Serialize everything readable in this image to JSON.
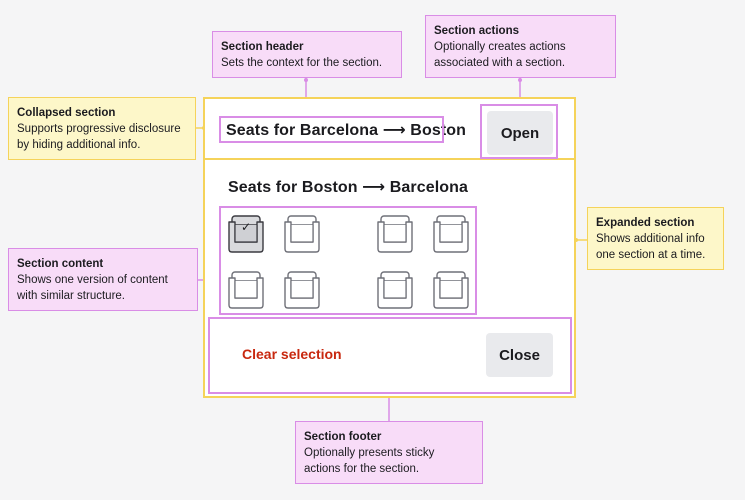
{
  "component": {
    "collapsed_title": "Seats for Barcelona ⟶ Boston",
    "open_label": "Open",
    "expanded_title": "Seats for Boston ⟶ Barcelona",
    "clear_label": "Clear selection",
    "close_label": "Close",
    "seats": [
      {
        "state": "selected",
        "mark": "✓"
      },
      {
        "state": "available"
      },
      {
        "state": "available"
      },
      {
        "state": "available"
      },
      {
        "state": "available"
      },
      {
        "state": "available"
      },
      {
        "state": "available"
      },
      {
        "state": "available"
      }
    ]
  },
  "callouts": {
    "section_header": {
      "title": "Section header",
      "desc": [
        "Sets the context for the section."
      ]
    },
    "section_actions": {
      "title": "Section actions",
      "desc": [
        "Optionally creates actions",
        "associated with a section."
      ]
    },
    "collapsed_section": {
      "title": "Collapsed section",
      "desc": [
        "Supports progressive disclosure",
        "by hiding additional info."
      ]
    },
    "expanded_section": {
      "title": "Expanded section",
      "desc": [
        "Shows additional info",
        "one section at a time."
      ]
    },
    "section_content": {
      "title": "Section content",
      "desc": [
        "Shows one version of content",
        "with similar structure."
      ]
    },
    "section_footer": {
      "title": "Section footer",
      "desc": [
        "Optionally presents sticky",
        "actions for the section."
      ]
    }
  },
  "colors": {
    "pink_fill": "#f8dcf8",
    "pink_border": "#d98de6",
    "yellow_fill": "#fdf7c9",
    "yellow_border": "#f5d35a",
    "danger": "#c8280f",
    "button_bg": "#e9eaed"
  }
}
